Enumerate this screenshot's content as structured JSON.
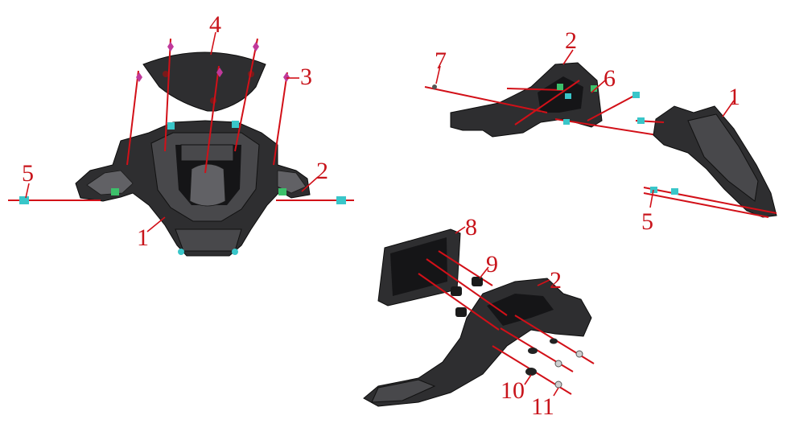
{
  "diagram": {
    "callouts": [
      {
        "id": "c4a",
        "label": "4"
      },
      {
        "id": "c3a",
        "label": "3"
      },
      {
        "id": "c5a",
        "label": "5"
      },
      {
        "id": "c2a",
        "label": "2"
      },
      {
        "id": "c1a",
        "label": "1"
      },
      {
        "id": "c7b",
        "label": "7"
      },
      {
        "id": "c2b",
        "label": "2"
      },
      {
        "id": "c6b",
        "label": "6"
      },
      {
        "id": "c1b",
        "label": "1"
      },
      {
        "id": "c5b",
        "label": "5"
      },
      {
        "id": "c8c",
        "label": "8"
      },
      {
        "id": "c9c",
        "label": "9"
      },
      {
        "id": "c2c",
        "label": "2"
      },
      {
        "id": "c10c",
        "label": "10"
      },
      {
        "id": "c11c",
        "label": "11"
      }
    ]
  },
  "colors": {
    "callout_red": "#c8141b",
    "part_dark": "#2e2e30",
    "fastener_cyan": "#39c6c9",
    "fastener_magenta": "#c0399b",
    "clip_green": "#3cc06a"
  }
}
